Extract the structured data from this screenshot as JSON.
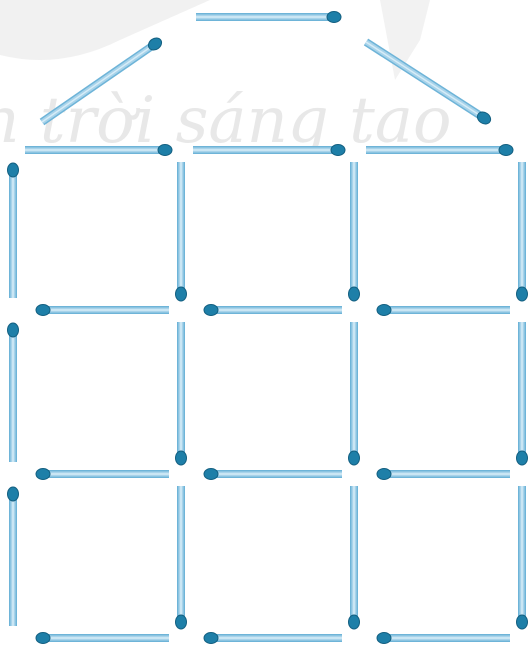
{
  "watermark": {
    "text": "Chân trời sáng tạo",
    "color": "#e4e4e4"
  },
  "colors": {
    "stick_fill": "#a8d3ea",
    "stick_edge": "#6eb4d8",
    "stick_highlight": "#d6ecf7",
    "match_head": "#1e7fa8",
    "match_head_dark": "#135f80"
  },
  "figure": {
    "description_counts": {
      "grid_rows": 3,
      "grid_columns": 3,
      "roof_sticks": 3
    }
  }
}
